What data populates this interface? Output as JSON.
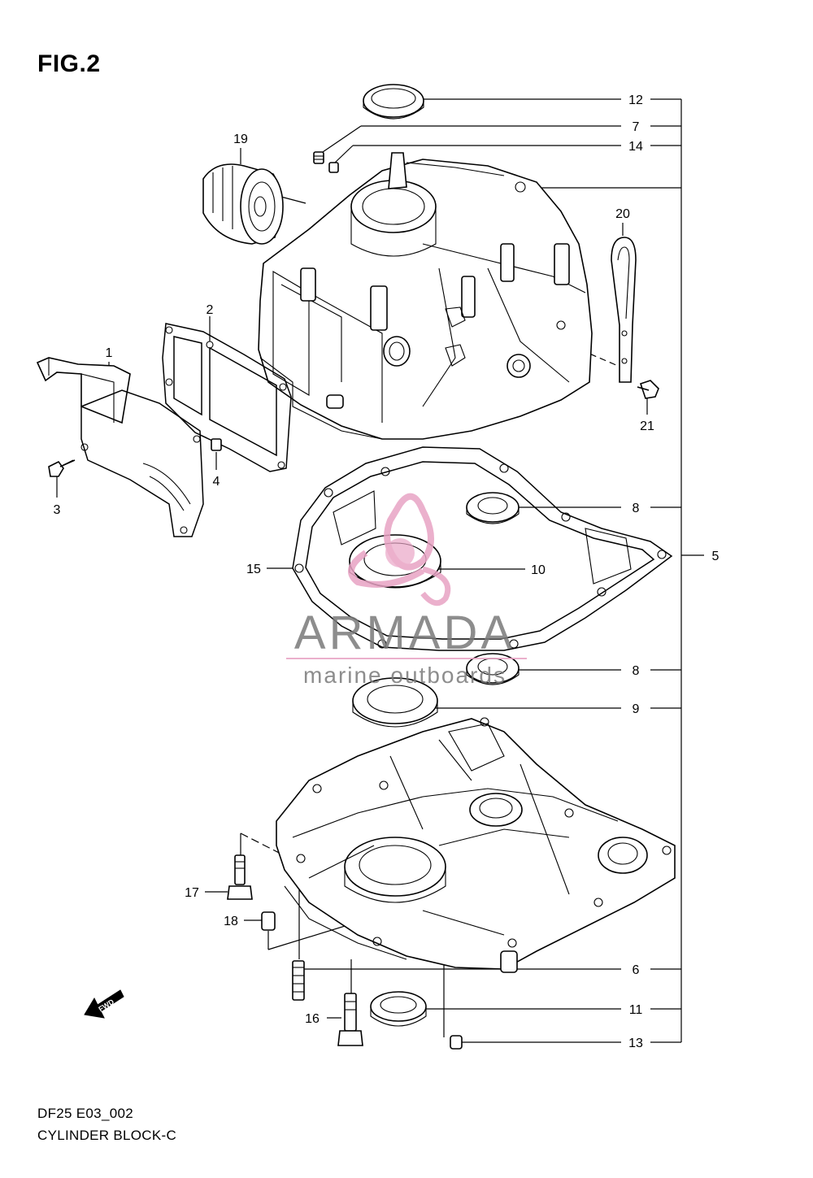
{
  "figure": {
    "title": "FIG.2",
    "code": "DF25 E03_002",
    "name": "CYLINDER BLOCK-C"
  },
  "watermark": {
    "brand": "ARMADA",
    "tagline": "marine outboards",
    "brand_color": "#7a7a7a",
    "accent_color": "#e8a3c4"
  },
  "callouts": {
    "c1": "1",
    "c2": "2",
    "c3": "3",
    "c4": "4",
    "c5": "5",
    "c6": "6",
    "c7": "7",
    "c8a": "8",
    "c8b": "8",
    "c9": "9",
    "c10": "10",
    "c11": "11",
    "c12": "12",
    "c13": "13",
    "c14": "14",
    "c15": "15",
    "c16": "16",
    "c17": "17",
    "c18": "18",
    "c19": "19",
    "c20": "20",
    "c21": "21"
  },
  "fwd_label": "FWD"
}
